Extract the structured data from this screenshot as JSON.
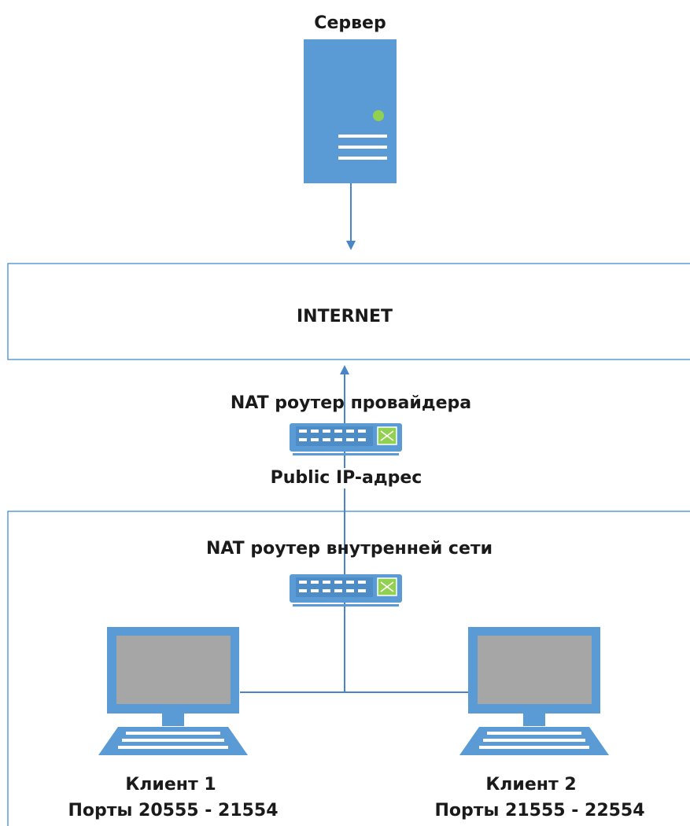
{
  "server": {
    "label": "Сервер",
    "icon": "server-icon"
  },
  "internet": {
    "label": "INTERNET"
  },
  "provider_router": {
    "label": "NAT роутер провайдера",
    "icon": "router-icon"
  },
  "public_ip": {
    "label": "Public IP-адрес"
  },
  "lan_router": {
    "label": "NAT роутер внутренней сети",
    "icon": "router-icon"
  },
  "clients": [
    {
      "name": "Клиент 1",
      "ports": "Порты 20555 - 21554",
      "icon": "laptop-icon"
    },
    {
      "name": "Клиент 2",
      "ports": "Порты 21555 - 22554",
      "icon": "laptop-icon"
    }
  ],
  "colors": {
    "device_blue": "#5B9BD5",
    "line_blue": "#4A86C5",
    "screen_gray": "#A6A6A6",
    "led_green": "#92D050",
    "box_border": "#5B9BD5"
  }
}
